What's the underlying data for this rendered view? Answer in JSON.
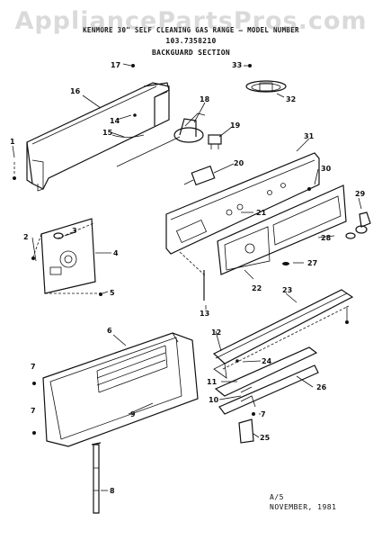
{
  "watermark": "AppliancePartsPros.com",
  "header": {
    "line1": "KENMORE 30\" SELF CLEANING GAS RANGE — MODEL NUMBER",
    "model": "103.7358210",
    "section": "BACKGUARD SECTION"
  },
  "footer": {
    "code": "A/5",
    "date": "NOVEMBER, 1981"
  },
  "callouts": {
    "c1": "1",
    "c2": "2",
    "c3": "3",
    "c4": "4",
    "c5": "5",
    "c6": "6",
    "c7a": "7",
    "c7b": "7",
    "c7c": "7",
    "c8": "8",
    "c9": "9",
    "c10": "10",
    "c11": "11",
    "c12": "12",
    "c13": "13",
    "c14": "14",
    "c15": "15",
    "c16": "16",
    "c17": "17",
    "c18": "18",
    "c19": "19",
    "c20": "20",
    "c21": "21",
    "c22": "22",
    "c23": "23",
    "c24": "24",
    "c25": "25",
    "c26": "26",
    "c27": "27",
    "c28": "28",
    "c29": "29",
    "c30": "30",
    "c31": "31",
    "c32": "32",
    "c33": "33"
  }
}
